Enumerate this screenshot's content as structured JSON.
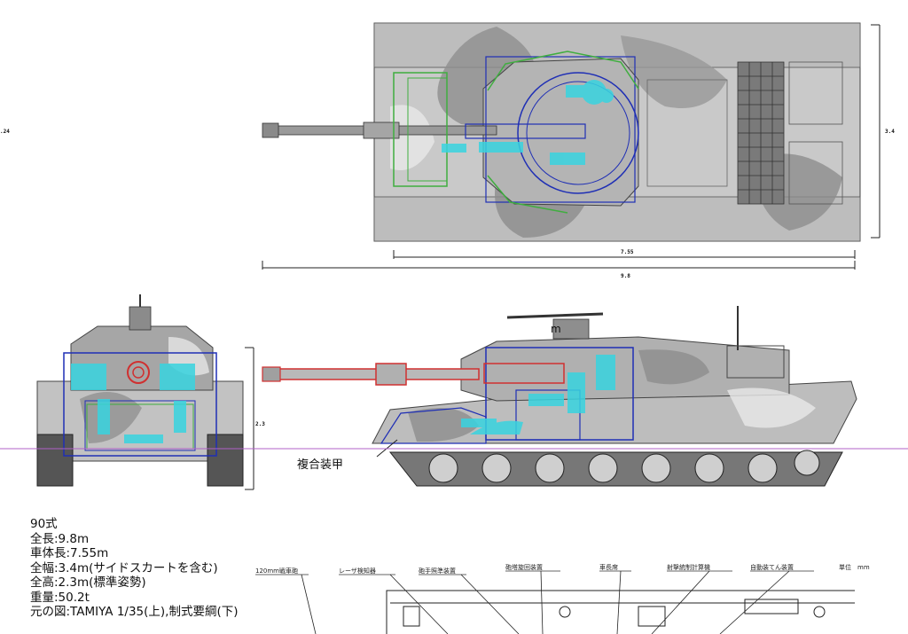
{
  "top_view": {
    "dim_width": "3.4",
    "dim_hull_length": "7.55",
    "dim_total_length": "9.8",
    "edge_label": ".24"
  },
  "front_view": {
    "dim_height": "2.3"
  },
  "side_view": {
    "marker_m": "m",
    "composite_armor_label": "複合装甲"
  },
  "specs": {
    "name": "90式",
    "total_length": "全長:9.8m",
    "hull_length": "車体長:7.55m",
    "width": "全幅:3.4m(サイドスカートを含む)",
    "height": "全高:2.3m(標準姿勢)",
    "weight": "重量:50.2t",
    "source": "元の図:TAMIYA 1/35(上),制式要綱(下)"
  },
  "schematic": {
    "labels": [
      "120mm戦車砲",
      "レーザ検知器",
      "砲手照準装置",
      "砲塔旋回装置",
      "車長席",
      "射撃統制計算機",
      "自動装てん装置"
    ],
    "unit_label": "単位　mm"
  },
  "colors": {
    "camo_light": "#d4d4d4",
    "camo_mid": "#a9a9a9",
    "camo_dark": "#8a8a8a",
    "overlay_blue": "#1f2fb5",
    "overlay_green": "#3fae3f",
    "overlay_cyan": "#38d4e0",
    "overlay_red": "#d03030",
    "guide_line": "#b060c8"
  }
}
